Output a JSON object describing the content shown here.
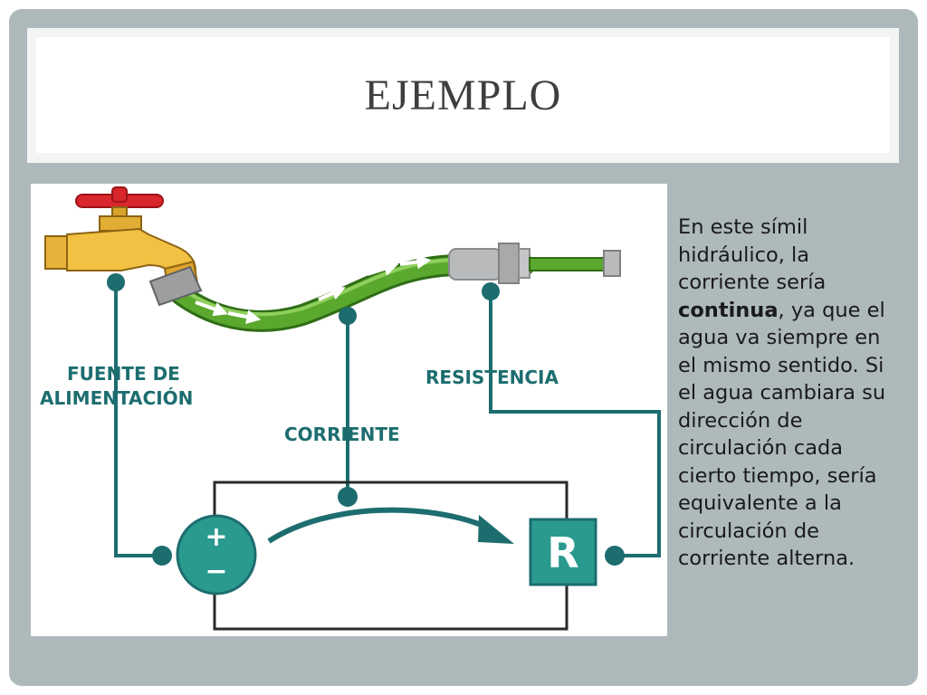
{
  "slide": {
    "title": "Ejemplo",
    "body": {
      "before": "En este símil hidráulico, la corriente sería",
      "emphasis": "continua",
      "after": ", ya que el agua va siempre en el mismo sentido. Si el agua cambiara su dirección de circulación cada cierto tiempo, sería equivalente a la circulación de corriente alterna."
    }
  },
  "diagram": {
    "labels": {
      "fuente_line1": "FUENTE DE",
      "fuente_line2": "ALIMENTACIÓN",
      "resistencia": "RESISTENCIA",
      "corriente": "CORRIENTE"
    },
    "source_symbols": {
      "plus": "+",
      "minus": "−"
    },
    "resistor_letter": "R",
    "icons": [
      "faucet-icon",
      "hose-icon",
      "nozzle-icon"
    ],
    "colors": {
      "teal": "#1d6d6f",
      "source_circle": "#2a9a8f",
      "hose_green": "#4e9a2a",
      "brass": "#e8b23a",
      "valve_red": "#d9252c",
      "steel": "#a7a9ab"
    }
  }
}
